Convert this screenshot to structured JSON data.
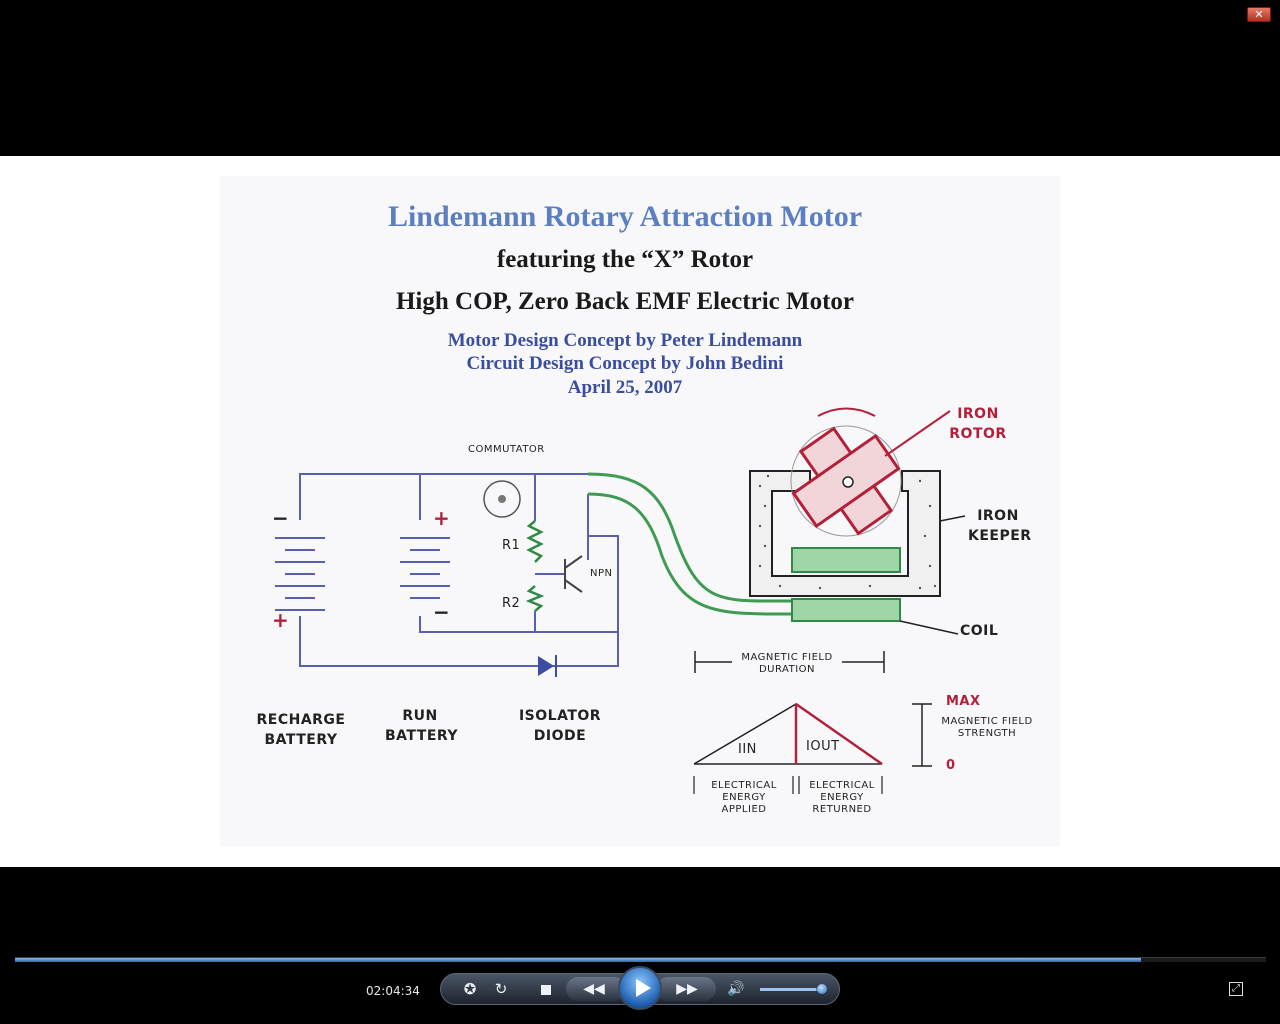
{
  "window": {
    "close_glyph": "✕"
  },
  "slide": {
    "title": "Lindemann Rotary Attraction Motor",
    "subtitle1": "featuring the “X” Rotor",
    "subtitle2": "High COP, Zero Back EMF Electric Motor",
    "credit1": "Motor Design Concept by Peter Lindemann",
    "credit2": "Circuit Design Concept by John Bedini",
    "date": "April 25, 2007"
  },
  "diagram": {
    "commutator": "COMMUTATOR",
    "npn": "NPN",
    "r1": "R1",
    "r2": "R2",
    "minus": "−",
    "plus": "+",
    "iron_rotor": "IRON ROTOR",
    "iron_keeper": "IRON KEEPER",
    "coil": "COIL",
    "recharge_battery": "RECHARGE BATTERY",
    "run_battery": "RUN BATTERY",
    "isolator_diode": "ISOLATOR DIODE",
    "magnetic_field_duration": "MAGNETIC FIELD DURATION",
    "i_in": "IIN",
    "i_out": "IOUT",
    "energy_applied": "ELECTRICAL ENERGY APPLIED",
    "energy_returned": "ELECTRICAL ENERGY RETURNED",
    "max": "MAX",
    "zero": "0",
    "field_strength": "MAGNETIC FIELD STRENGTH"
  },
  "player": {
    "elapsed": "02:04:34",
    "seek_fraction": 0.9,
    "volume_fraction": 0.88,
    "icons": [
      "switch-to-library-icon",
      "repeat-icon",
      "stop-icon",
      "previous-icon",
      "play-icon",
      "next-icon",
      "volume-icon",
      "fullscreen-icon"
    ],
    "colors": {
      "accent": "#2a63b8",
      "slide_title": "#5b7fc0",
      "slide_credit": "#3a4d9e",
      "rotor_red": "#b3203a",
      "coil_green": "#3f9a52"
    }
  }
}
